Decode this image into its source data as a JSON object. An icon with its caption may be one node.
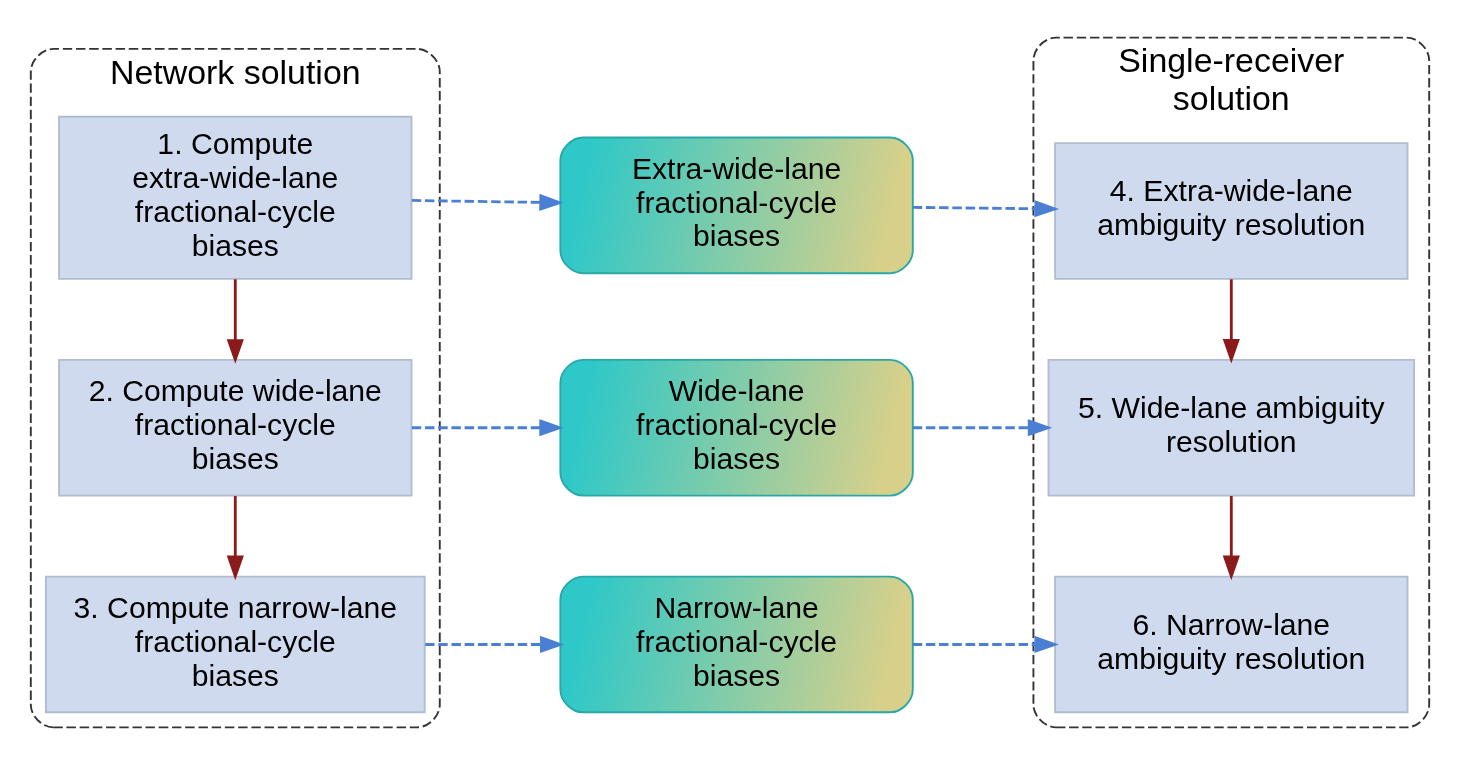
{
  "diagram": {
    "nodes": [
      {
        "text": [
          "Network solution"
        ]
      },
      {
        "text": [
          "1. Compute extra-wide-lane fractional-cycle biases"
        ],
        "in": 0
      },
      {
        "text": [
          "2. Compute wide-lane fractional-cycle biases"
        ],
        "in": 0
      },
      {
        "text": [
          "3. Compute narrow-lane fractional-cycle biases"
        ],
        "in": 0
      },
      {
        "text": [
          "Extra-wide-lane fractional-cycle biases"
        ]
      },
      {
        "text": [
          "Wide-lane fractional-cycle biases"
        ]
      },
      {
        "text": [
          "Narrow-lane fractional-cycle biases"
        ]
      },
      {
        "text": [
          "Single-receiver solution"
        ]
      },
      {
        "text": [
          "4. Extra-wide-lane ambiguity resolution"
        ],
        "in": 7
      },
      {
        "text": [
          "5. Wide-lane ambiguity resolution"
        ],
        "in": 7
      },
      {
        "text": [
          "6. Narrow-lane ambiguity resolution"
        ],
        "in": 7
      }
    ],
    "edges": [
      {
        "from": 1,
        "to": 2,
        "arrow": "to",
        "color": "#8b1a1a"
      },
      {
        "from": 2,
        "to": 3,
        "arrow": "to",
        "color": "#8b1a1a"
      },
      {
        "from": 1,
        "to": 4,
        "arrow": "to",
        "style": "dashed"
      },
      {
        "from": 2,
        "to": 5,
        "arrow": "to",
        "style": "dashed"
      },
      {
        "from": 3,
        "to": 6,
        "arrow": "to",
        "style": "dashed"
      },
      {
        "from": 4,
        "to": 8,
        "arrow": "to",
        "style": "dashed"
      },
      {
        "from": 5,
        "to": 9,
        "arrow": "to",
        "style": "dashed"
      },
      {
        "from": 6,
        "to": 10,
        "arrow": "to",
        "style": "dashed"
      },
      {
        "from": 8,
        "to": 9,
        "arrow": "to",
        "color": "#8b1a1a"
      },
      {
        "from": 9,
        "to": 10,
        "arrow": "to",
        "color": "#8b1a1a"
      }
    ]
  }
}
